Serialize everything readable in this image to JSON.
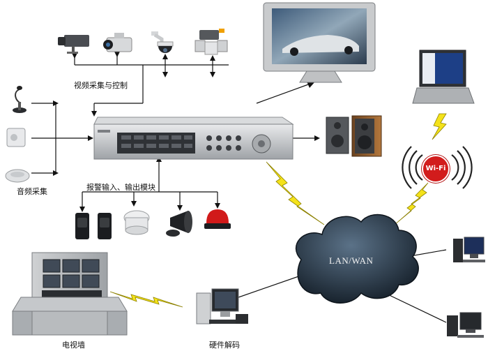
{
  "labels": {
    "video_capture": "视频采集与控制",
    "audio_capture": "音频采集",
    "alarm_io": "报警输入、输出模块",
    "tv_wall": "电视墙",
    "hw_decode": "硬件解码",
    "network": "LAN/WAN",
    "wifi": "Wi-Fi"
  },
  "colors": {
    "line": "#111111",
    "lightning": "#f4e21a",
    "cloud": "#1f2e3c",
    "wifi_badge": "#d21c1c",
    "dvr_body": "#c8cacc",
    "speaker": "#8a5a2b"
  }
}
